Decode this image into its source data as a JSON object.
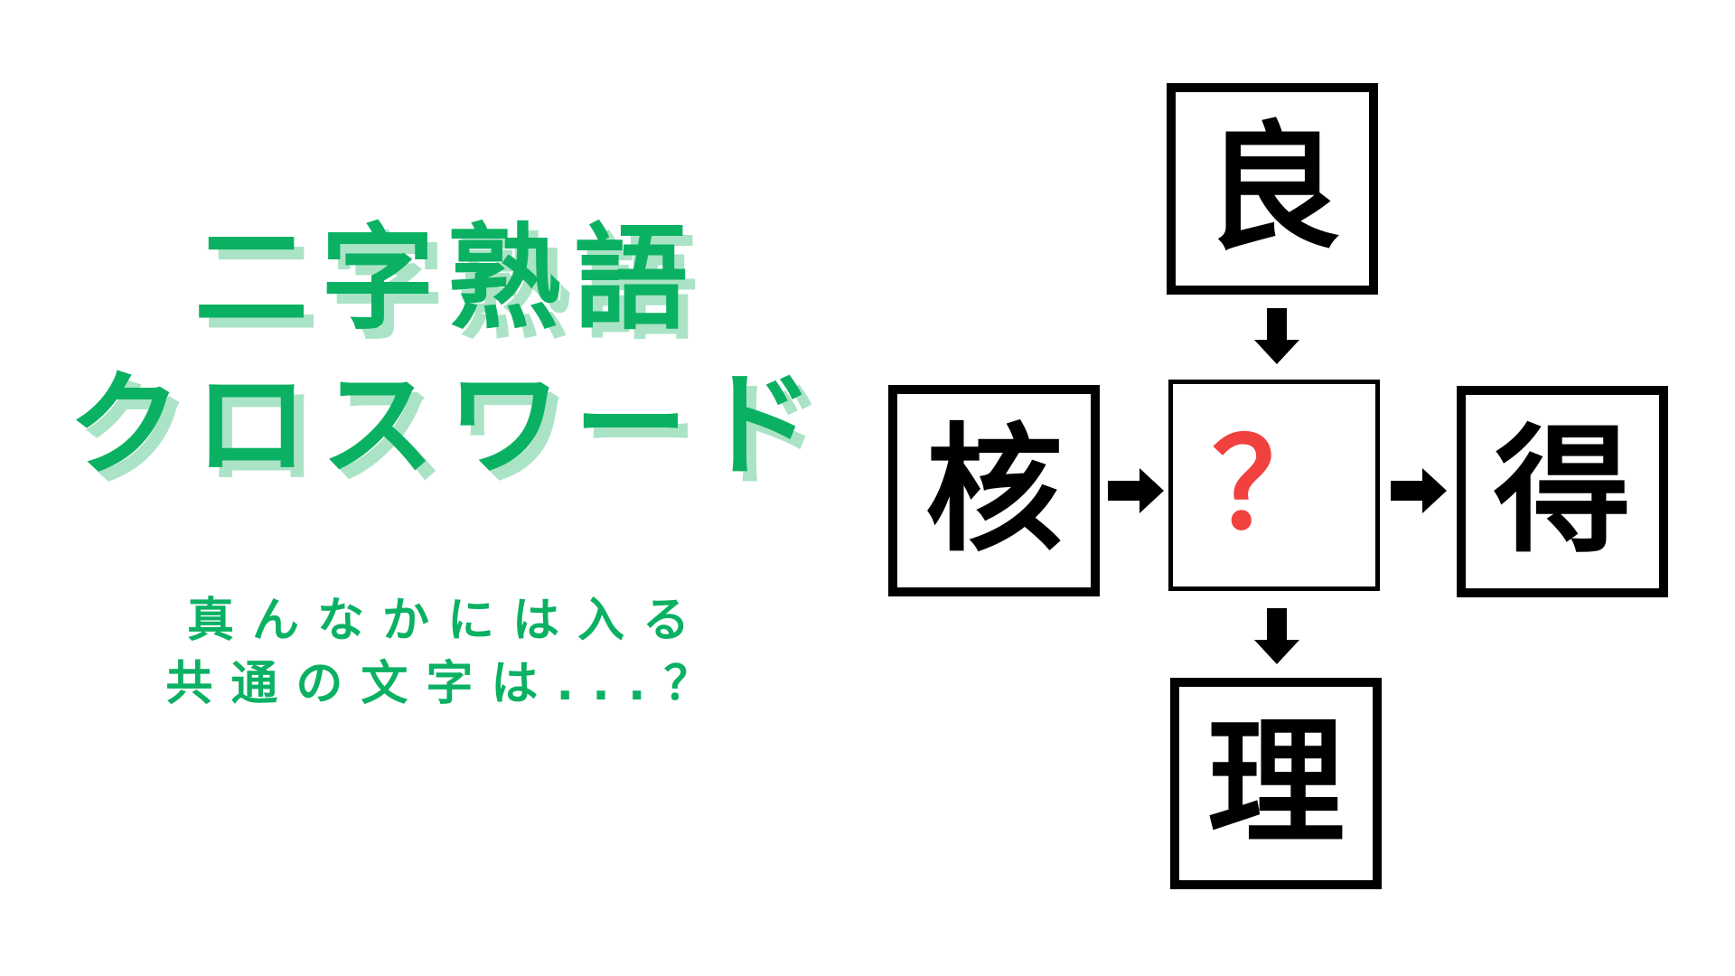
{
  "colors": {
    "accent-green": "#0bb163",
    "accent-green-light": "#abe3c6",
    "accent-red": "#f0413e",
    "ink": "#000000",
    "paper": "#ffffff"
  },
  "title": {
    "line1": "二字熟語",
    "line2": "クロスワード"
  },
  "subtitle": {
    "line1": "真んなかには入る",
    "line2": "共通の文字は...？"
  },
  "puzzle": {
    "cells": {
      "top": "良",
      "left": "核",
      "center": "？",
      "right": "得",
      "bottom": "理"
    },
    "arrows": [
      "top-to-center",
      "left-to-center",
      "center-to-right",
      "center-to-bottom"
    ]
  }
}
